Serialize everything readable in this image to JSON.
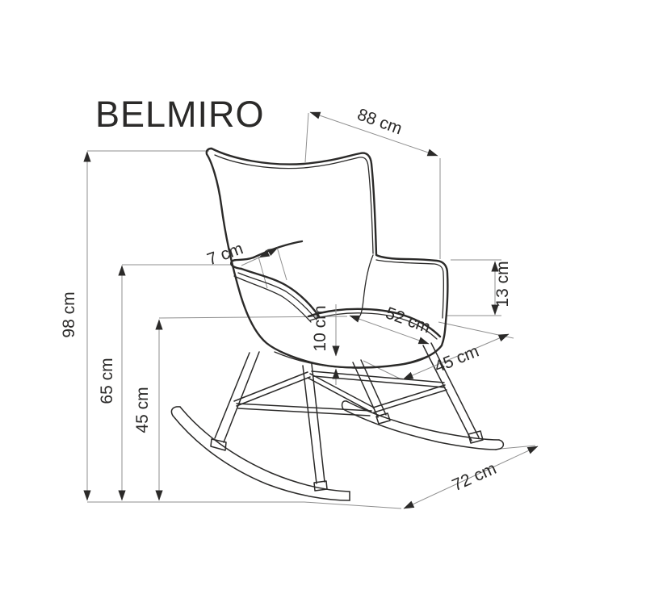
{
  "product": {
    "name": "BELMIRO"
  },
  "dimensions": {
    "total_height": "98 cm",
    "total_width": "88 cm",
    "armrest_height": "65 cm",
    "seat_height": "45 cm",
    "armrest_top_width": "7 cm",
    "backrest_above_arm": "13 cm",
    "seat_shell_thickness": "10 cm",
    "seat_width": "52 cm",
    "seat_depth": "45 cm",
    "base_depth": "72 cm"
  },
  "colors": {
    "drawing_line": "#2b2a29",
    "dimension_line": "#8f8f8f",
    "text": "#2b2a29",
    "background": "#ffffff"
  }
}
